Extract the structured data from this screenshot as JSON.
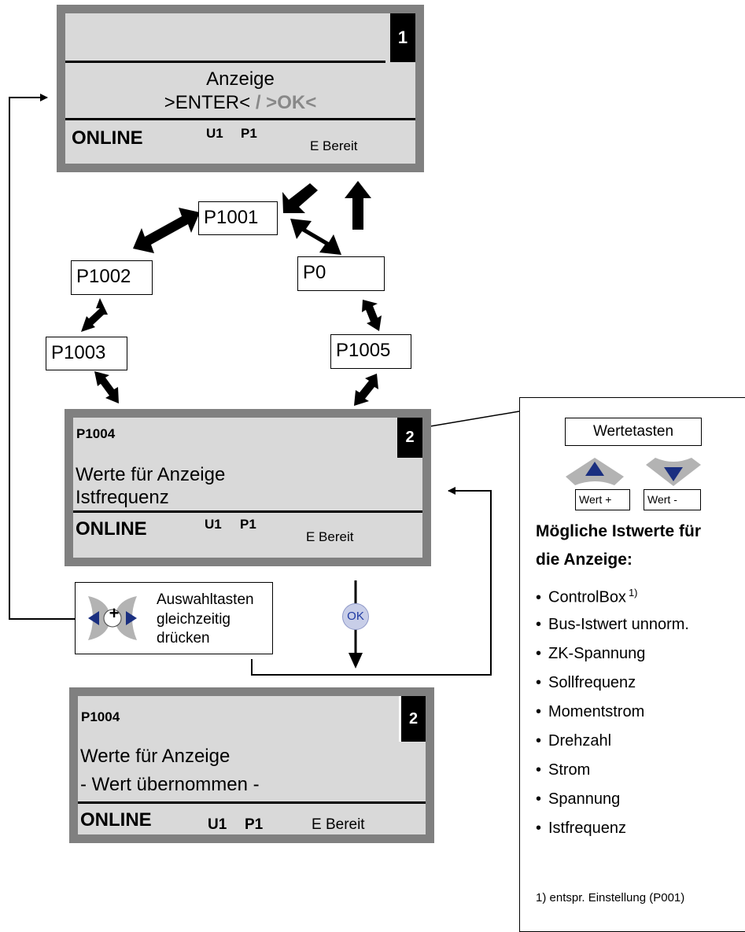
{
  "panel1": {
    "number": "1",
    "line1": "Anzeige",
    "line2_enter": ">ENTER<",
    "line2_sep": " / ",
    "line2_ok": ">OK<",
    "status": "ONLINE",
    "u": "U1",
    "p": "P1",
    "state": "E Bereit"
  },
  "params": {
    "p1001": "P1001",
    "p1002": "P1002",
    "p1003": "P1003",
    "p0": "P0",
    "p1005": "P1005"
  },
  "panel2": {
    "code": "P1004",
    "number": "2",
    "line1": "Werte für Anzeige",
    "line2": "Istfrequenz",
    "status": "ONLINE",
    "u": "U1",
    "p": "P1",
    "state": "E Bereit"
  },
  "panel3": {
    "code": "P1004",
    "number": "2",
    "line1": "Werte für Anzeige",
    "line2": "- Wert übernommen -",
    "status": "ONLINE",
    "u": "U1",
    "p": "P1",
    "state": "E Bereit"
  },
  "selection_keys": {
    "plus": "+",
    "text": [
      "Auswahltasten",
      "gleichzeitig",
      "drücken"
    ]
  },
  "ok_button": "OK",
  "sidebar": {
    "title": "Wertetasten",
    "key_plus": "Wert +",
    "key_minus": "Wert -",
    "heading_line1": "Mögliche Istwerte für",
    "heading_line2": "die Anzeige:",
    "items": [
      {
        "text": "ControlBox",
        "sup": "1)"
      },
      {
        "text": "Bus-Istwert unnorm.",
        "sup": ""
      },
      {
        "text": "ZK-Spannung",
        "sup": ""
      },
      {
        "text": "Sollfrequenz",
        "sup": ""
      },
      {
        "text": "Momentstrom",
        "sup": ""
      },
      {
        "text": "Drehzahl",
        "sup": ""
      },
      {
        "text": "Strom",
        "sup": ""
      },
      {
        "text": "Spannung",
        "sup": ""
      },
      {
        "text": "Istfrequenz",
        "sup": ""
      }
    ],
    "footnote": "1) entspr. Einstellung (P001)"
  },
  "colors": {
    "panel_bg": "#d9d9d9",
    "panel_border": "#808080",
    "key_blue": "#1a2f80",
    "key_grey": "#b3b3b3",
    "ok_bg": "#c8cee8",
    "ok_text": "#1f3aa3"
  }
}
